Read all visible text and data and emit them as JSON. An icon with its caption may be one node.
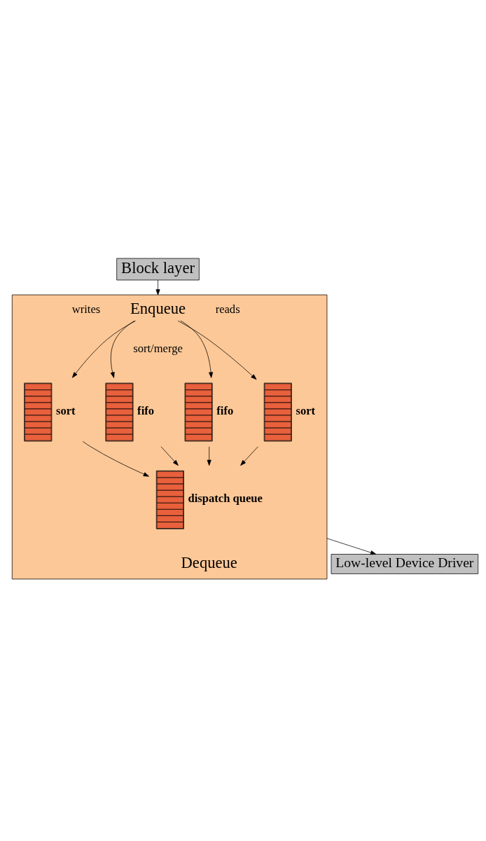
{
  "diagram": {
    "nodes": [
      {
        "text": [
          "Block layer"
        ]
      },
      {
        "text": [],
        "shape": "box"
      },
      {
        "text": [
          "Enqueue"
        ],
        "in": 1
      },
      {
        "text": [],
        "shape": "bar",
        "in": 1,
        "beside": [
          "sort"
        ]
      },
      {
        "text": [],
        "shape": "bar",
        "in": 1,
        "beside": [
          "fifo"
        ]
      },
      {
        "text": [],
        "shape": "bar",
        "in": 1,
        "beside": [
          "fifo"
        ]
      },
      {
        "text": [],
        "shape": "bar",
        "in": 1,
        "beside": [
          "sort"
        ]
      },
      {
        "text": [],
        "shape": "bar",
        "in": 1,
        "beside": [
          "dispatch queue"
        ]
      },
      {
        "text": [
          "Low-level Device Driver"
        ]
      }
    ],
    "edges": [
      {
        "from": 0,
        "to": 1,
        "arrow": "to"
      },
      {
        "from": 2,
        "to": 3,
        "arrow": "to"
      },
      {
        "from": 2,
        "to": 4,
        "arrow": "to"
      },
      {
        "from": 2,
        "to": 5,
        "arrow": "to"
      },
      {
        "from": 2,
        "to": 6,
        "arrow": "to"
      },
      {
        "from": 3,
        "to": 7,
        "arrow": "to"
      },
      {
        "from": 4,
        "to": 7,
        "arrow": "to"
      },
      {
        "from": 5,
        "to": 7,
        "arrow": "to"
      },
      {
        "from": 6,
        "to": 7,
        "arrow": "to"
      },
      {
        "from": 1,
        "to": 8,
        "arrow": "to"
      }
    ],
    "labels": [
      "writes",
      "reads",
      "sort/merge",
      "Dequeue"
    ]
  }
}
